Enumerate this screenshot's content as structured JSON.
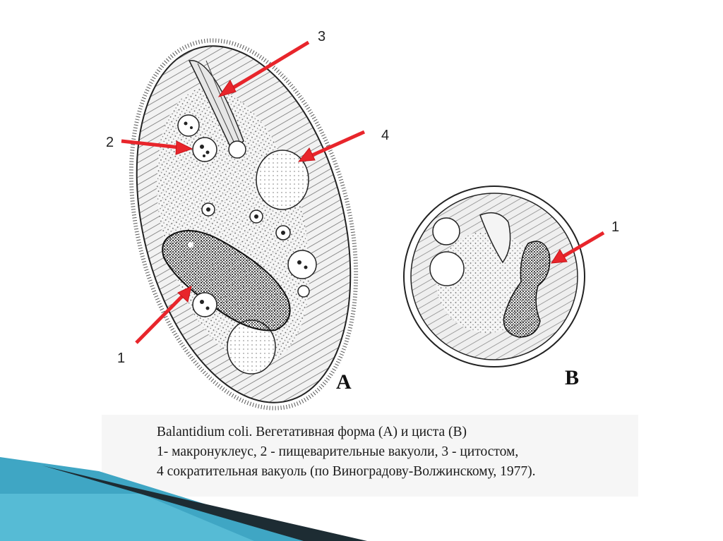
{
  "labels": {
    "label_1_left": "1",
    "label_2": "2",
    "label_3": "3",
    "label_4": "4",
    "label_1_right": "1",
    "label_a": "A",
    "label_b": "B"
  },
  "caption": {
    "line1": "Balantidium coli. Вегетативная форма (А) и циста (В)",
    "line2": "1- макронуклеус, 2 - пищеварительные вакуоли, 3 - цитостом,",
    "line3": "4 сократительная вакуоль (по Виноградову-Волжинскому, 1977)."
  },
  "colors": {
    "arrow": "#e8252b",
    "ink": "#222222",
    "caption_bg": "#f6f6f6",
    "deco_teal": "#3fa6c4",
    "deco_dark": "#1d2c33"
  },
  "icons": {
    "arrow": "red-arrow-icon"
  }
}
